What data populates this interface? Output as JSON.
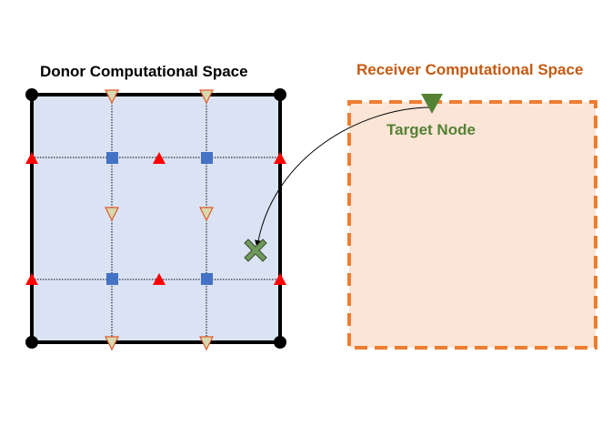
{
  "donor": {
    "title": "Donor Computational Space",
    "fill_color": "#dae3f3",
    "border_color": "#000000"
  },
  "receiver": {
    "title": "Receiver Computational Space",
    "title_color": "#c55a11",
    "fill_color": "#fbe5d6",
    "border_color": "#ed7d31"
  },
  "target_node": {
    "label": "Target Node",
    "color": "#548235"
  },
  "markers": {
    "corner_color": "#000000",
    "red_triangle_color": "#ff0000",
    "tan_triangle_fill": "#d9d9b0",
    "tan_triangle_stroke": "#e05a2b",
    "blue_square_color": "#4472c4",
    "cross_color": "#6f9a5a"
  }
}
